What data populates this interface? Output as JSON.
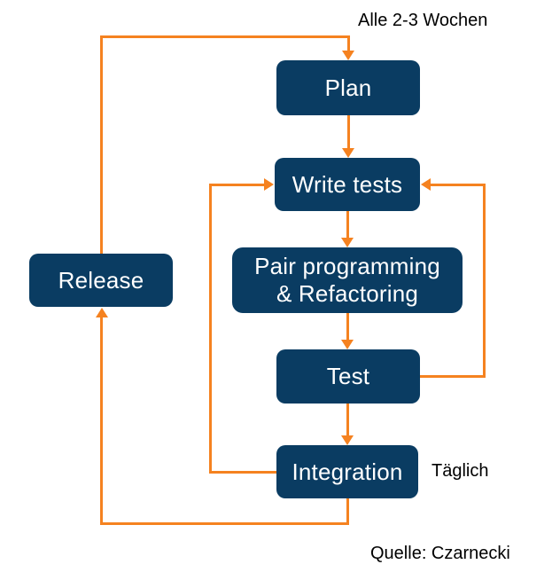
{
  "diagram": {
    "title": "Agile development cycle (XP) flow diagram",
    "colors": {
      "node_fill": "#0a3c62",
      "node_text": "#ffffff",
      "connector": "#f58220",
      "background": "#ffffff",
      "label_text": "#000000"
    },
    "nodes": [
      {
        "id": "plan",
        "label": "Plan"
      },
      {
        "id": "write-tests",
        "label": "Write tests"
      },
      {
        "id": "pair",
        "label_line1": "Pair programming",
        "label_line2": "& Refactoring"
      },
      {
        "id": "test",
        "label": "Test"
      },
      {
        "id": "integration",
        "label": "Integration"
      },
      {
        "id": "release",
        "label": "Release"
      }
    ],
    "annotations": [
      {
        "id": "weeks",
        "text": "Alle 2-3 Wochen"
      },
      {
        "id": "daily",
        "text": "Täglich"
      },
      {
        "id": "source",
        "text": "Quelle: Czarnecki"
      }
    ],
    "edges": [
      {
        "from": "release",
        "to": "plan",
        "note": "outer loop up the left side and across the top"
      },
      {
        "from": "plan",
        "to": "write-tests",
        "note": "straight down"
      },
      {
        "from": "write-tests",
        "to": "pair",
        "note": "straight down"
      },
      {
        "from": "pair",
        "to": "test",
        "note": "straight down"
      },
      {
        "from": "test",
        "to": "write-tests",
        "note": "right-side feedback loop"
      },
      {
        "from": "test",
        "to": "integration",
        "note": "straight down"
      },
      {
        "from": "integration",
        "to": "write-tests",
        "note": "left-side daily loop"
      },
      {
        "from": "integration",
        "to": "release",
        "note": "down and left to the release branch"
      }
    ]
  }
}
